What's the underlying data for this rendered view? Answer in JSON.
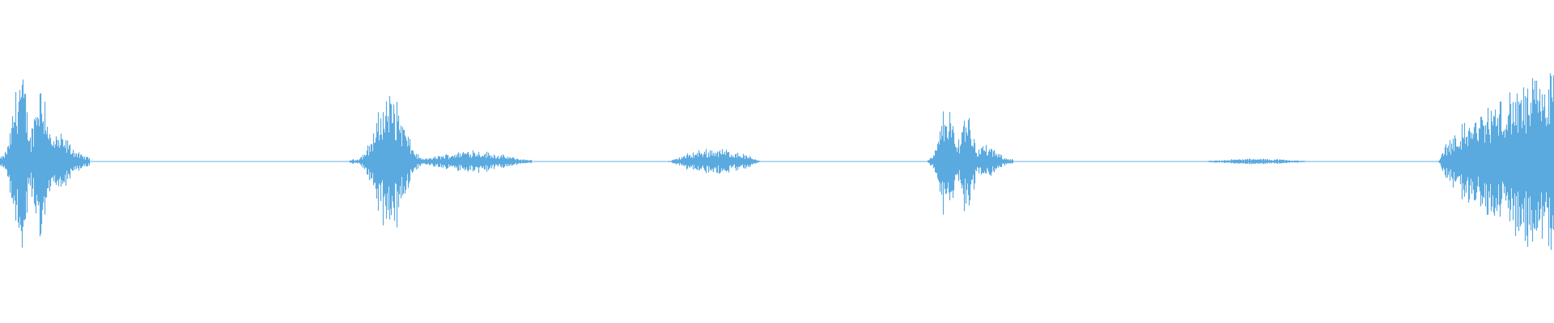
{
  "waveform": {
    "color": "#5aaae0",
    "background": "#ffffff",
    "segments": [
      {
        "start": 0.0,
        "end": 0.058,
        "peak": 1.0,
        "shape": "burst"
      },
      {
        "start": 0.225,
        "end": 0.342,
        "peak": 0.76,
        "shape": "burst_tail"
      },
      {
        "start": 0.43,
        "end": 0.49,
        "peak": 0.14,
        "shape": "hum"
      },
      {
        "start": 0.597,
        "end": 0.652,
        "peak": 0.62,
        "shape": "burst"
      },
      {
        "start": 0.772,
        "end": 0.845,
        "peak": 0.03,
        "shape": "hum"
      },
      {
        "start": 0.925,
        "end": 1.0,
        "peak": 0.97,
        "shape": "swell"
      }
    ]
  }
}
